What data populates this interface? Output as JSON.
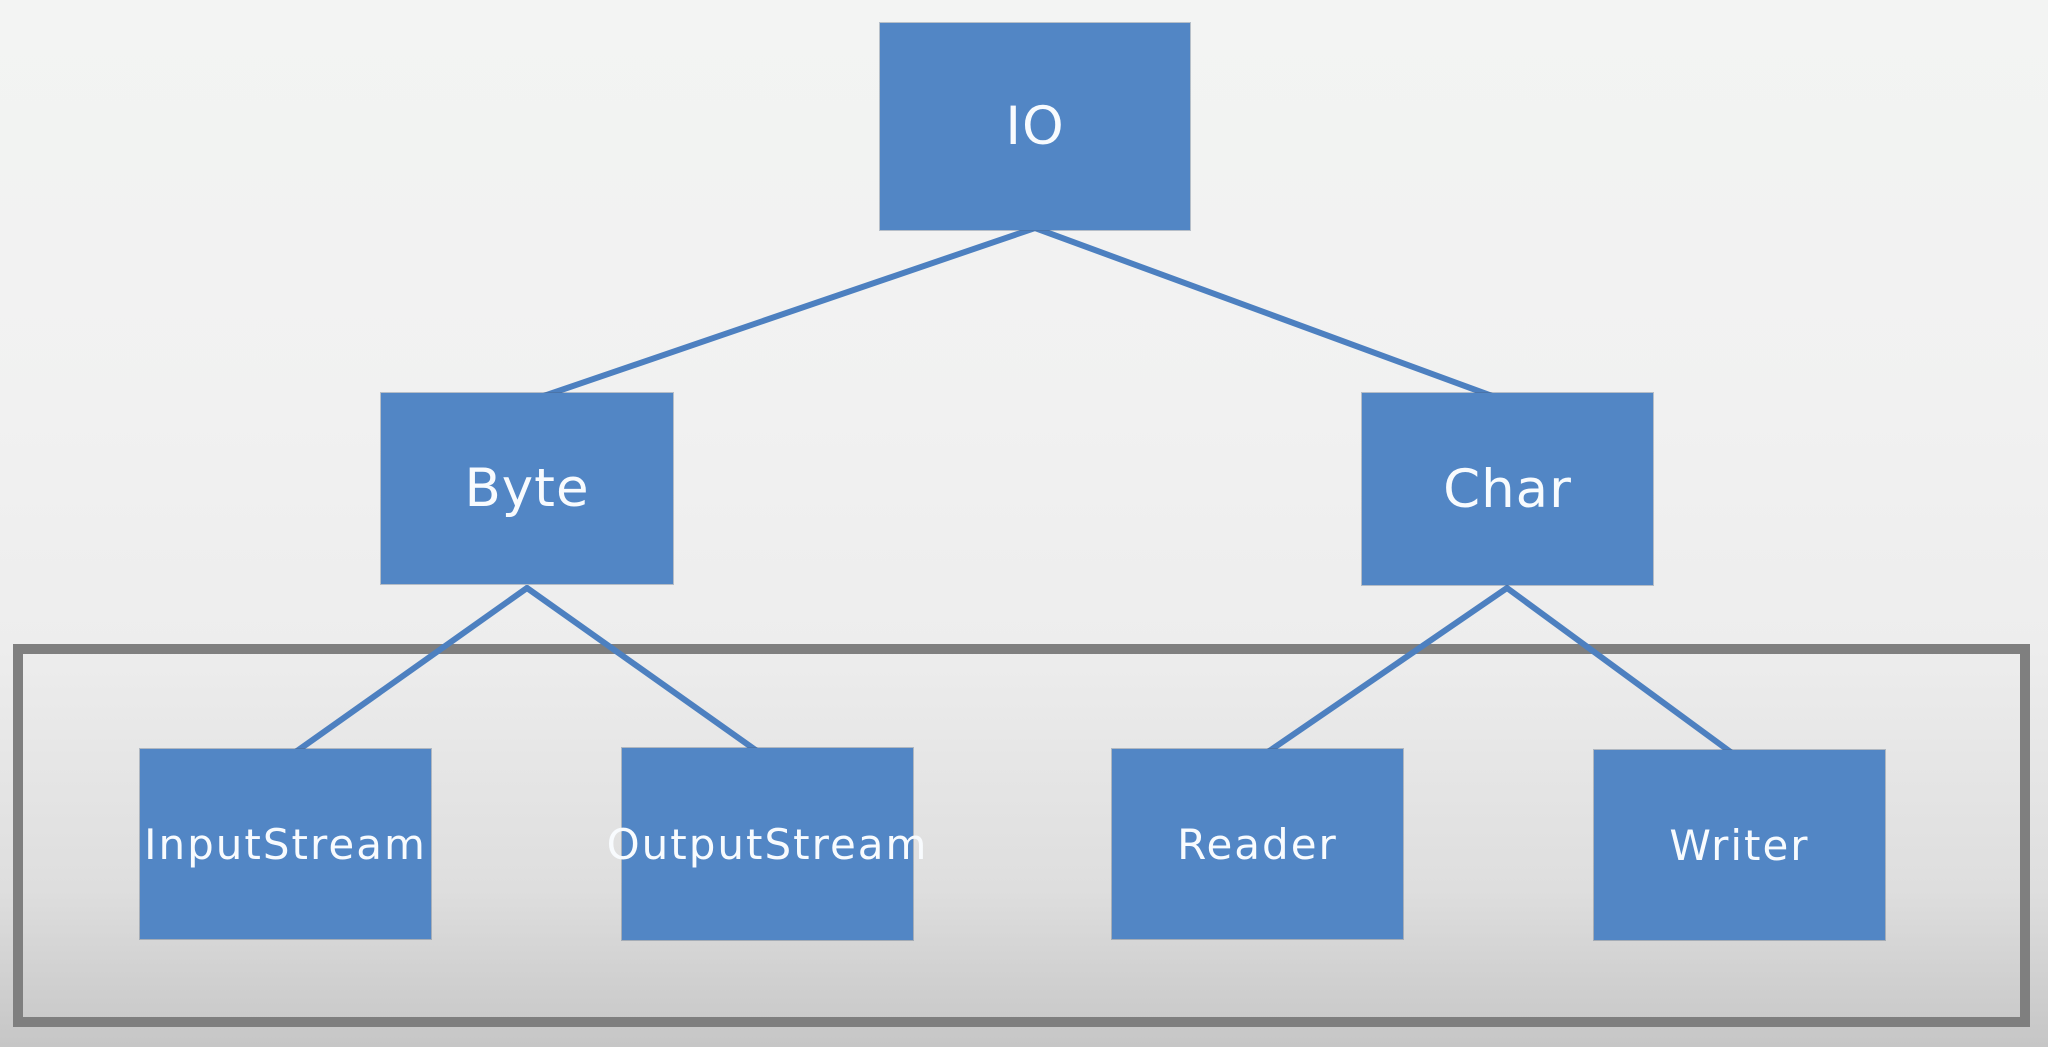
{
  "diagram": {
    "description": "Java IO class hierarchy tree",
    "nodes": {
      "io": {
        "label": "IO",
        "level": "root"
      },
      "byte": {
        "label": "Byte",
        "level": "mid"
      },
      "char": {
        "label": "Char",
        "level": "mid"
      },
      "inputstream": {
        "label": "InputStream",
        "level": "leaf"
      },
      "outputstream": {
        "label": "OutputStream",
        "level": "leaf"
      },
      "reader": {
        "label": "Reader",
        "level": "leaf"
      },
      "writer": {
        "label": "Writer",
        "level": "leaf"
      }
    },
    "edges": [
      {
        "from": "IO",
        "to": "Byte"
      },
      {
        "from": "IO",
        "to": "Char"
      },
      {
        "from": "Byte",
        "to": "InputStream"
      },
      {
        "from": "Byte",
        "to": "OutputStream"
      },
      {
        "from": "Char",
        "to": "Reader"
      },
      {
        "from": "Char",
        "to": "Writer"
      }
    ],
    "group_frame": {
      "contains": [
        "InputStream",
        "OutputStream",
        "Reader",
        "Writer"
      ],
      "border_color": "#7f7f7f"
    },
    "colors": {
      "node_fill": "#5286c5",
      "node_text": "#f8fbfe",
      "connector": "#4d80c0",
      "background_top": "#f3f4f3",
      "background_bottom": "#c6c6c6"
    }
  }
}
